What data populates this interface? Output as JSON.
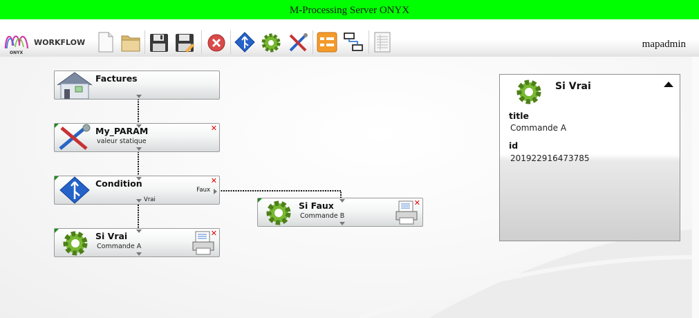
{
  "window": {
    "title": "M-Processing Server ONYX"
  },
  "toolbar": {
    "logo_text": "WORKFLOW",
    "buttons": [
      {
        "name": "new-document-button",
        "icon": "blank-page-icon"
      },
      {
        "name": "open-folder-button",
        "icon": "folder-icon"
      },
      {
        "name": "save-button",
        "icon": "floppy-disk-icon"
      },
      {
        "name": "save-as-button",
        "icon": "floppy-disk-pencil-icon"
      },
      {
        "name": "delete-button",
        "icon": "red-circle-x-icon"
      },
      {
        "name": "add-condition-button",
        "icon": "blue-diamond-arrow-icon"
      },
      {
        "name": "add-command-button",
        "icon": "green-gear-icon"
      },
      {
        "name": "add-param-button",
        "icon": "tools-icon"
      },
      {
        "name": "layout-button",
        "icon": "orange-list-icon"
      },
      {
        "name": "connect-button",
        "icon": "boxes-link-icon"
      },
      {
        "name": "properties-button",
        "icon": "sheet-icon"
      }
    ],
    "user": "mapadmin"
  },
  "workflow": {
    "nodes": [
      {
        "id": "factures",
        "title": "Factures",
        "subtitle": "",
        "icon": "house-icon"
      },
      {
        "id": "my-param",
        "title": "My_PARAM",
        "subtitle": "valeur statique",
        "icon": "tools-icon"
      },
      {
        "id": "condition",
        "title": "Condition",
        "subtitle": "",
        "icon": "blue-diamond-arrow-icon",
        "out_true": "Vrai",
        "out_false": "Faux"
      },
      {
        "id": "si-faux",
        "title": "Si Faux",
        "subtitle": "Commande B",
        "icon": "green-gear-icon"
      },
      {
        "id": "si-vrai",
        "title": "Si Vrai",
        "subtitle": "Commande A",
        "icon": "green-gear-icon"
      }
    ]
  },
  "panel": {
    "title": "Si Vrai",
    "fields": [
      {
        "label": "title",
        "value": "Commande A"
      },
      {
        "label": "id",
        "value": "201922916473785"
      }
    ]
  },
  "colors": {
    "titlebar": "#00ff00",
    "close": "#e00000",
    "corner": "#1e8b1e"
  }
}
